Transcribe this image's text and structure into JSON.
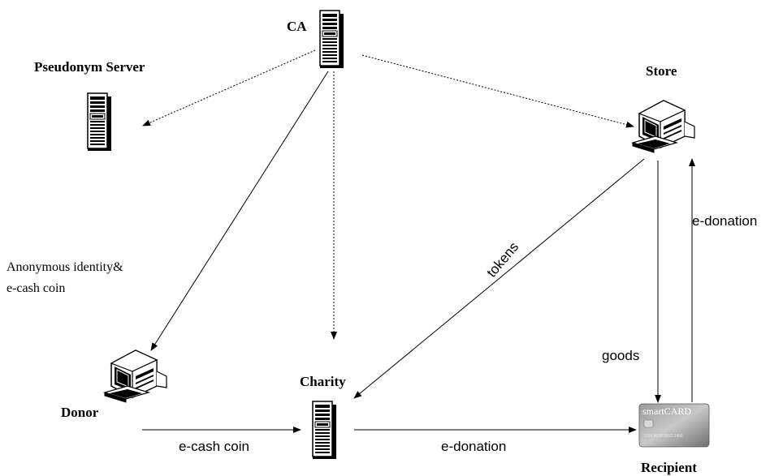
{
  "nodes": {
    "ca": "CA",
    "pseudonym_server": "Pseudonym Server",
    "store": "Store",
    "donor": "Donor",
    "charity": "Charity",
    "recipient": "Recipient"
  },
  "edges": {
    "anonymous_identity_line1": "Anonymous identity&",
    "anonymous_identity_line2": "e-cash coin",
    "tokens": "tokens",
    "e_donation_store": "e-donation",
    "goods": "goods",
    "e_cash_coin": "e-cash coin",
    "e_donation_charity": "e-donation"
  },
  "card": {
    "brand": "smartCARD",
    "number": "1234  5678  9012  3456"
  }
}
